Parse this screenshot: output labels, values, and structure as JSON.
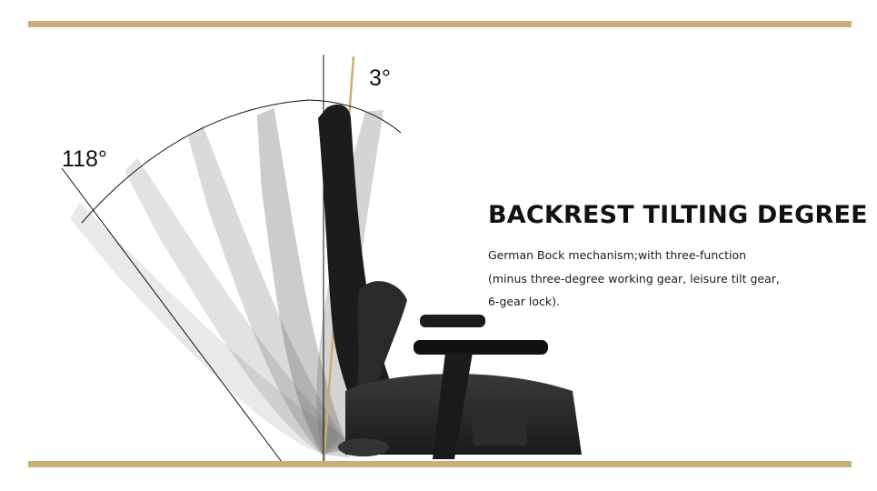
{
  "angles": {
    "recline": "118°",
    "forward": "3°"
  },
  "heading": "BACKREST TILTING DEGREE",
  "description": [
    "German Bock mechanism;with three-function",
    "(minus three-degree working gear, leisure tilt gear,",
    "6-gear lock)."
  ],
  "colors": {
    "gold_accent": "#c8ae7a",
    "chair_black": "#1c1c1c",
    "text": "#111111"
  }
}
